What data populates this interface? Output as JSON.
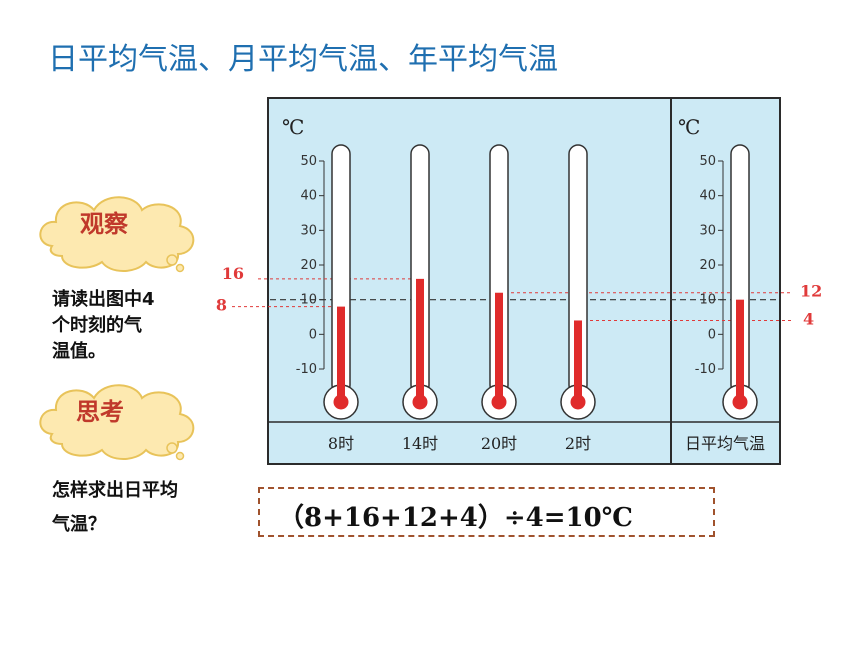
{
  "header": {
    "title": "日平均气温、月平均气温、年平均气温"
  },
  "bubbles": {
    "observe": {
      "label": "观察",
      "prompt_lines": [
        "请读出图中4",
        "个时刻的气",
        "温值。"
      ]
    },
    "think": {
      "label": "思考",
      "prompt_lines": [
        "怎样求出日平均",
        "气温？"
      ]
    }
  },
  "formula": {
    "text": "（8+16+12+4）÷4=10℃"
  },
  "colors": {
    "panel_bg": "#cdeaf5",
    "mercury": "#e02b2b",
    "title": "#1f6fb0",
    "guide": "#e03a3a",
    "cloud": "#fde9b0"
  },
  "chart_data": {
    "type": "bar",
    "unit": "℃",
    "ylim": [
      -10,
      50
    ],
    "yticks": [
      50,
      40,
      30,
      20,
      10,
      0,
      -10
    ],
    "categories": [
      "8时",
      "14时",
      "20时",
      "2时"
    ],
    "values": [
      8,
      16,
      12,
      4
    ],
    "average": {
      "label": "日平均气温",
      "value": 10
    },
    "annotations": [
      "16",
      "8",
      "12",
      "4"
    ]
  }
}
